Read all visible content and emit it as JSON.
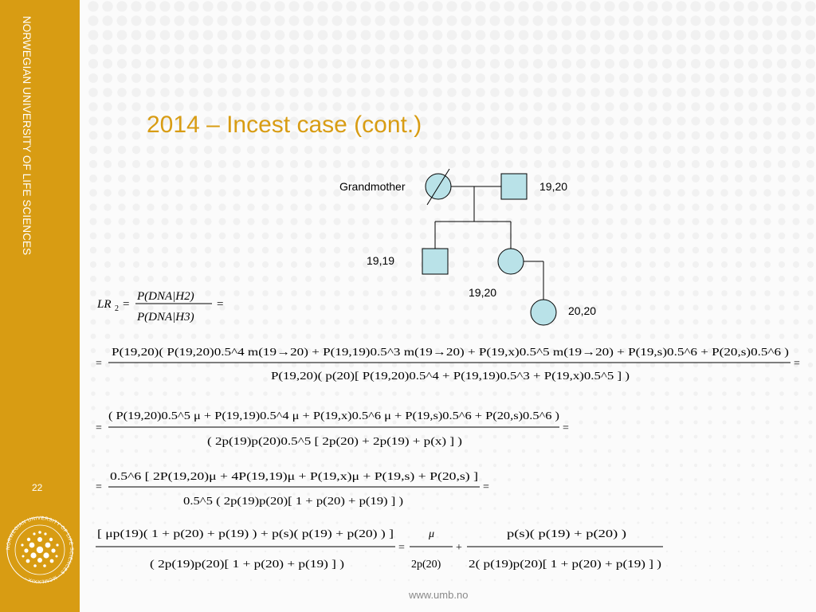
{
  "sidebar": {
    "university_name": "NORWEGIAN UNIVERSITY OF LIFE SCIENCES",
    "page_number": "22",
    "logo_ring_text": "NORWEGIAN UNIVERSITY OF LIFE SCIENCES · MCMLXXIX ·"
  },
  "slide": {
    "title": "2014 – Incest case (cont.)",
    "footer_url": "www.umb.no"
  },
  "pedigree": {
    "grandmother_label": "Grandmother",
    "grandfather_genotype": "19,20",
    "son_genotype": "19,19",
    "daughter_genotype": "19,20",
    "child_genotype": "20,20"
  },
  "equations": {
    "lr_label": "LR",
    "lr_subscript": "2",
    "lr_numerator": "P(DNA|H2)",
    "lr_denominator": "P(DNA|H3)",
    "eq1_numerator": "P(19,20)( P(19,20)0.5^4 m(19→20) + P(19,19)0.5^3 m(19→20) + P(19,x)0.5^5 m(19→20) + P(19,s)0.5^6 + P(20,s)0.5^6 )",
    "eq1_denominator": "P(19,20)( p(20)[ P(19,20)0.5^4 + P(19,19)0.5^3 + P(19,x)0.5^5 ] )",
    "eq2_numerator": "( P(19,20)0.5^5 μ + P(19,19)0.5^4 μ + P(19,x)0.5^6 μ + P(19,s)0.5^6 + P(20,s)0.5^6 )",
    "eq2_denominator": "( 2p(19)p(20)0.5^5 [ 2p(20) + 2p(19) + p(x) ] )",
    "eq3_numerator": "0.5^6 [ 2P(19,20)μ + 4P(19,19)μ + P(19,x)μ + P(19,s) + P(20,s) ]",
    "eq3_denominator": "0.5^5 ( 2p(19)p(20)[ 1 + p(20) + p(19) ] )",
    "eq4_lhs_numerator": "[ μp(19)( 1 + p(20) + p(19) ) + p(s)( p(19) + p(20) ) ]",
    "eq4_lhs_denominator": "( 2p(19)p(20)[ 1 + p(20) + p(19) ] )",
    "eq4_term1_numerator": "μ",
    "eq4_term1_denominator": "2p(20)",
    "eq4_term2_numerator": "p(s)( p(19) + p(20) )",
    "eq4_term2_denominator": "2( p(19)p(20)[ 1 + p(20) + p(19) ] )"
  },
  "colors": {
    "sidebar_gold": "#d89c13",
    "symbol_fill": "#b9e2e8",
    "title_gold": "#d89c13"
  }
}
